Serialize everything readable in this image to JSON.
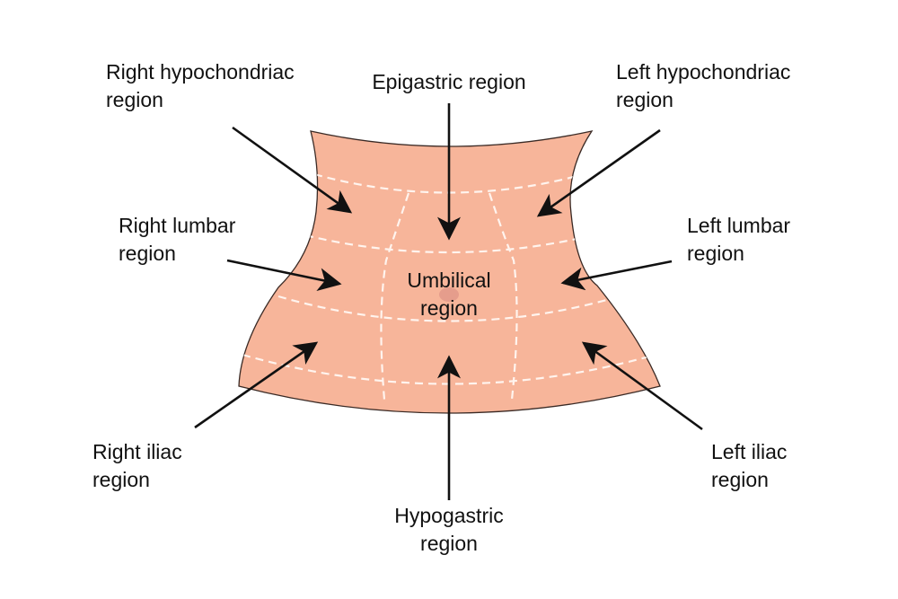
{
  "colors": {
    "skin": "#f7b59a",
    "skin_outline": "#3a2a25",
    "dash": "#fff4ee",
    "navel": "#e2998a",
    "arrow": "#111111",
    "text": "#111111"
  },
  "labels": {
    "right_hypochondriac": {
      "line1": "Right hypochondriac",
      "line2": "region"
    },
    "epigastric": {
      "line1": "Epigastric region"
    },
    "left_hypochondriac": {
      "line1": "Left hypochondriac",
      "line2": "region"
    },
    "right_lumbar": {
      "line1": "Right lumbar",
      "line2": "region"
    },
    "umbilical": {
      "line1": "Umbilical",
      "line2": "region"
    },
    "left_lumbar": {
      "line1": "Left lumbar",
      "line2": "region"
    },
    "right_iliac": {
      "line1": "Right iliac",
      "line2": "region"
    },
    "hypogastric": {
      "line1": "Hypogastric",
      "line2": "region"
    },
    "left_iliac": {
      "line1": "Left iliac",
      "line2": "region"
    }
  }
}
